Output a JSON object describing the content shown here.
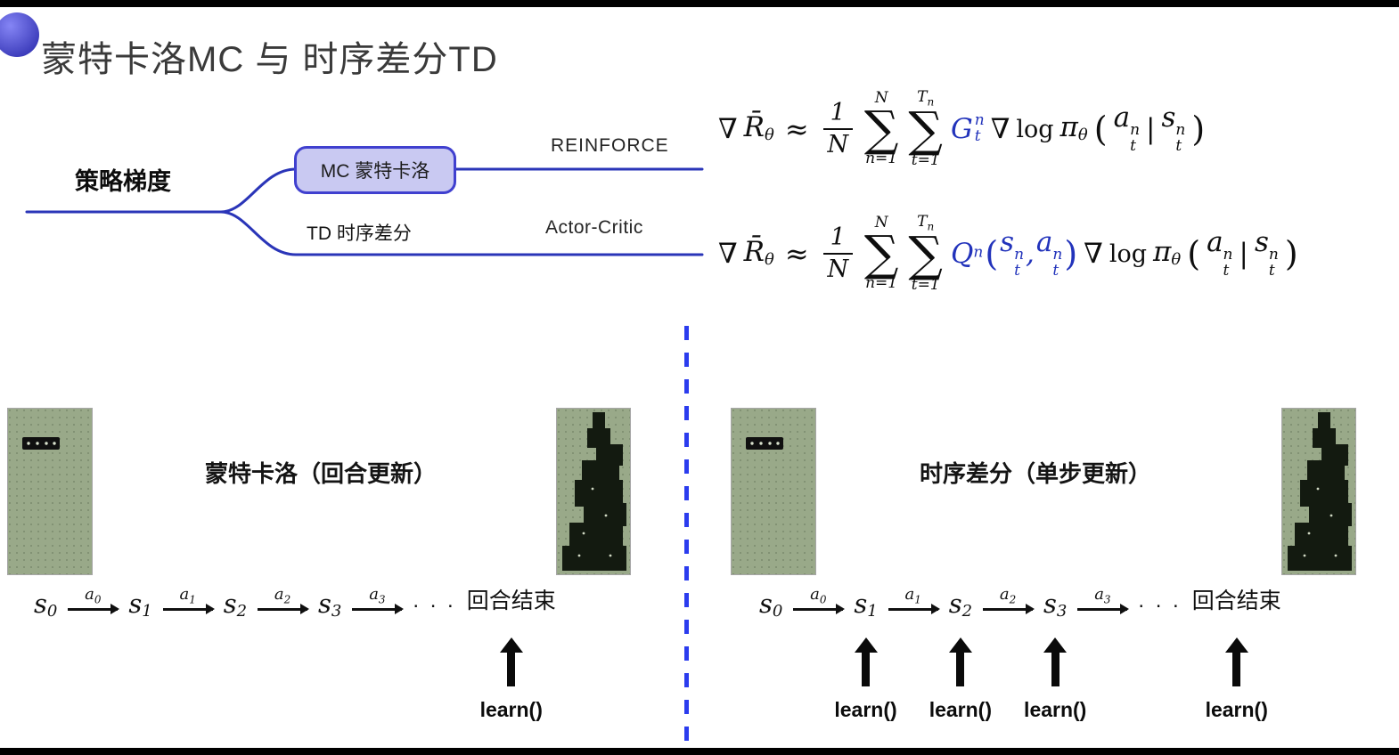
{
  "title": "蒙特卡洛MC 与 时序差分TD",
  "diagram": {
    "root_label": "策略梯度",
    "mc_box_label": "MC 蒙特卡洛",
    "td_label": "TD 时序差分",
    "reinforce_label": "REINFORCE",
    "actor_critic_label": "Actor-Critic"
  },
  "math": {
    "nabla": "∇",
    "Rbar": "R̄",
    "theta": "θ",
    "approx": "≈",
    "num": "1",
    "den": "N",
    "sigma": "∑",
    "sum1_top": "N",
    "sum1_bot": "n=1",
    "sum2_top_main": "T",
    "sum2_top_sub": "n",
    "sum2_bot": "t=1",
    "G": "G",
    "Q": "Q",
    "sup_n": "n",
    "sub_t": "t",
    "log": "log",
    "pi": "π",
    "lparen": "(",
    "rparen": ")",
    "comma": ",",
    "vbar": "|",
    "a": "a",
    "s": "s"
  },
  "seq": {
    "s": "s",
    "a": "a",
    "subs": [
      "0",
      "1",
      "2",
      "3"
    ],
    "dots": ". . .",
    "end_label": "回合结束",
    "learn_label": "learn()"
  },
  "panels": {
    "left_caption": "蒙特卡洛（回合更新）",
    "right_caption": "时序差分（单步更新）"
  },
  "colors": {
    "line_blue": "#2a35b8",
    "box_fill": "#c9c9f2",
    "box_border": "#4040cf",
    "formula_blue": "#2233bb",
    "divider_blue": "#2b3cee",
    "board_green": "#99a989"
  }
}
